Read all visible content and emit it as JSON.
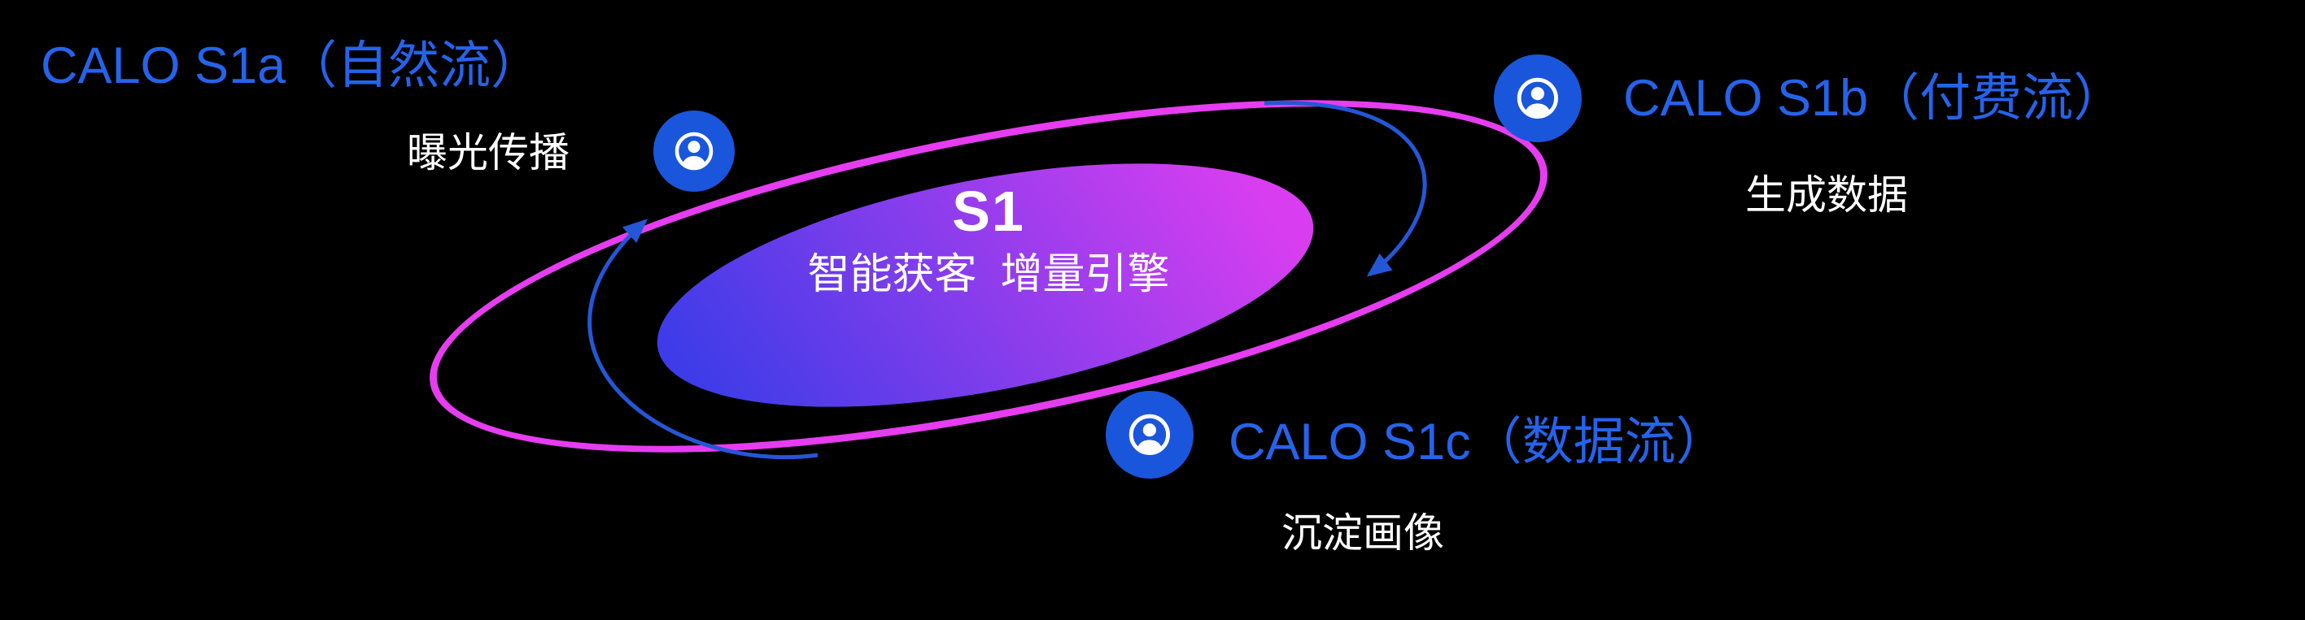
{
  "diagram": {
    "title": "S1 orbit diagram"
  },
  "colors": {
    "bg": "#000000",
    "orbit": "#e63df0",
    "accent_blue": "#2563eb",
    "icon_bg": "#1a56db",
    "arrow": "#2457d6",
    "grad_start": "#3d3ce8",
    "grad_end": "#d83ef0",
    "text_white": "#ffffff"
  },
  "center": {
    "title": "S1",
    "subtitle": "智能获客  增量引擎"
  },
  "nodes": [
    {
      "id": "s1a",
      "icon": "user-icon",
      "title": "CALO S1a（自然流）",
      "subtitle": "曝光传播"
    },
    {
      "id": "s1b",
      "icon": "user-icon",
      "title": "CALO S1b（付费流）",
      "subtitle": "生成数据"
    },
    {
      "id": "s1c",
      "icon": "user-icon",
      "title": "CALO S1c（数据流）",
      "subtitle": "沉淀画像"
    }
  ]
}
